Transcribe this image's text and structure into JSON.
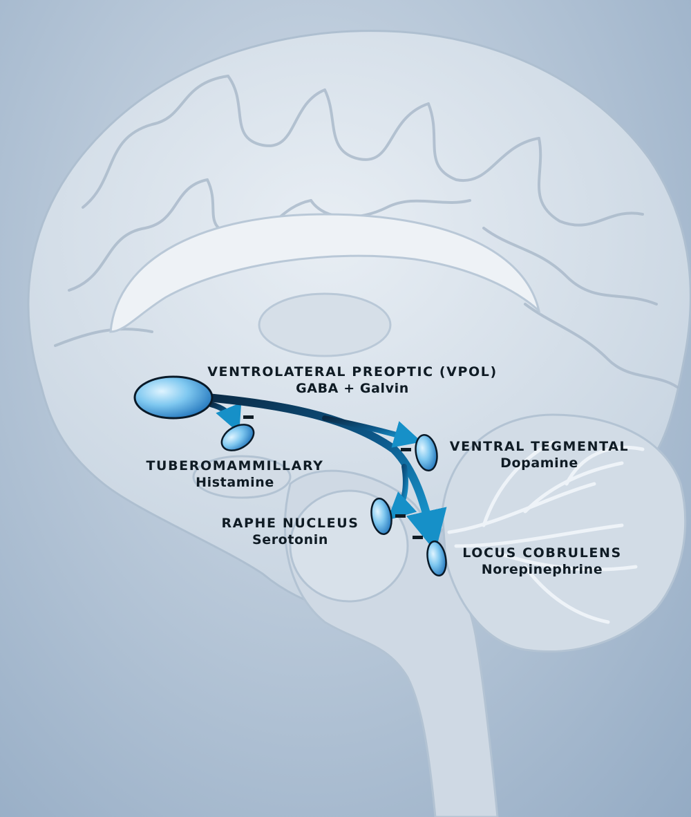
{
  "labels": {
    "vpol": {
      "title": "VENTROLATERAL PREOPTIC (VPOL)",
      "sub": "GABA + Galvin"
    },
    "tmn": {
      "title": "TUBEROMAMMILLARY",
      "sub": "Histamine"
    },
    "vta": {
      "title": "VENTRAL TEGMENTAL",
      "sub": "Dopamine"
    },
    "raphe": {
      "title": "RAPHE NUCLEUS",
      "sub": "Serotonin"
    },
    "lc": {
      "title": "LOCUS COBRULENS",
      "sub": "Norepinephrine"
    }
  },
  "inhibition_symbol": "–",
  "colors": {
    "nucleus_fill_light": "#9fdcf7",
    "nucleus_fill_dark": "#1b78c8",
    "pathway_dark": "#0a2a45",
    "pathway_light": "#1690c8",
    "brain_tissue": "#dde5ee",
    "label_text": "#0f1b24"
  }
}
